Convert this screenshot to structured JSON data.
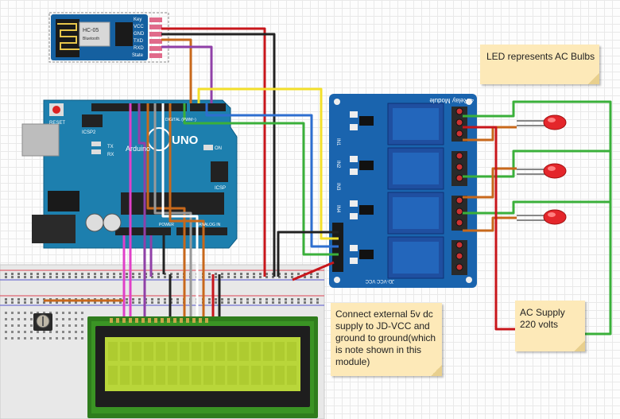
{
  "notes": {
    "led": "LED represents AC Bulbs",
    "supply": "AC Supply 220 volts",
    "external": "Connect external 5v dc supply to JD-VCC and ground to ground(which is note shown in this module)"
  },
  "bluetooth": {
    "name": "HC-05",
    "sub": "Bluetooth",
    "pins": [
      "Key",
      "VCC",
      "GND",
      "TXD",
      "RXD",
      "State"
    ]
  },
  "arduino": {
    "reset": "RESET",
    "icsp2": "ICSP2",
    "icsp": "ICSP",
    "brand": "Arduino",
    "model": "UNO",
    "on": "ON",
    "tx": "TX",
    "rx": "RX",
    "digital": "DIGITAL (PWM~)",
    "power": "POWER",
    "analog": "ANALOG IN"
  },
  "relay": {
    "title": "4 Relay Module",
    "jdvcc": "JD-VCC  VCC",
    "channels": [
      "IN1",
      "IN2",
      "IN3",
      "IN4"
    ]
  },
  "colors": {
    "arduino": "#1d7fae",
    "relay": "#1a64ae",
    "bluetooth": "#1560a0",
    "lcd_screen": "#b9d63a",
    "led": "#e4262b",
    "note": "#fde9b8",
    "wire_red": "#c8161b",
    "wire_black": "#222222",
    "wire_green": "#3ab03a",
    "wire_blue": "#2e6fd0",
    "wire_yellow": "#f3e02a",
    "wire_orange": "#c8681b",
    "wire_purple": "#9040a8",
    "wire_pink": "#e040c8"
  }
}
